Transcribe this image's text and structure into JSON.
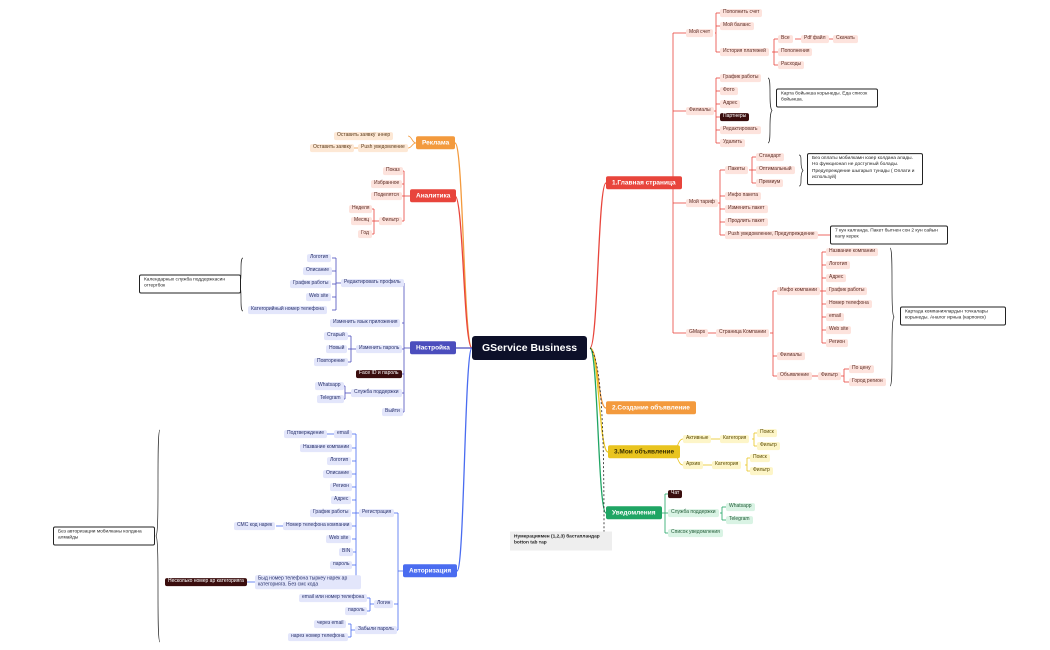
{
  "root": "GService Business",
  "ad": {
    "title": "Реклама",
    "banner": "Баннер",
    "push": "Push уведомление",
    "leave1": "Оставить заявку",
    "leave2": "Оставить заявку"
  },
  "analytics": {
    "title": "Аналитика",
    "show": "Показ",
    "favorite": "Избранное",
    "shared": "Поделятся",
    "filter": "Фильтр",
    "week": "Неделя",
    "month": "Месяц",
    "year": "Год"
  },
  "settings": {
    "title": "Настройка",
    "edit_profile": "Редактировать профиль",
    "logo": "Логотип",
    "description": "Описание",
    "schedule": "График работы",
    "website": "Web site",
    "category_phone": "Категорийный номер телефона",
    "note": "Календарных служба поддержкасин огтергбок",
    "language": "Изменить язык приложения",
    "change_password": "Изменить пароль",
    "old": "Старый",
    "new": "Новый",
    "repeat": "Повторение",
    "faceid": "Face ID и пароль",
    "support": "Служба поддержки",
    "whatsapp": "Whatsapp",
    "telegram": "Telegram",
    "exit": "Выйти"
  },
  "auth": {
    "title": "Авторизация",
    "registration": "Регистрация",
    "email": "email",
    "confirmation": "Подтверждение",
    "company_name": "Название компании",
    "logo": "Логотип",
    "description": "Описание",
    "region": "Регион",
    "address": "Адрес",
    "schedule": "График работы",
    "company_phone": "Номер телефона компании",
    "sms": "СМС код нарек",
    "website": "Web site",
    "bin": "BIN",
    "password": "пароль",
    "one_phone": "Быд номер телефона тыркеу нарек ар категорияга. Без смс кода",
    "several": "Несколько номер ар категорияга",
    "login": "Логин",
    "email_or_phone": "email или номер телефона",
    "login_password": "пароль",
    "forgot": "Забыли пароль",
    "via_email": "через email",
    "via_phone": "нарез номер телефона",
    "note": "Без авторизации мобилканы колдана алмайды"
  },
  "main": {
    "title": "1.Главная страница",
    "account": "Мой счет",
    "topup": "Пополнить счет",
    "balance": "Мой баланс",
    "history": "История платежей",
    "all": "Все",
    "pdf": "Pdf файл",
    "download": "Скачать",
    "topups": "Пополнения",
    "expenses": "Расходы",
    "branches": "Филиалы",
    "branch_schedule": "График работы",
    "photo": "Фото",
    "address": "Адрес",
    "partners": "Партнеры",
    "edit": "Редактировать",
    "delete": "Удалить",
    "branches_note": "Карта бойынша корынеды. Еда список бойынша.",
    "tariff": "Мой тариф",
    "packages": "Пакеты",
    "standard": "Стандарт",
    "optimal": "Оптимальный",
    "premium": "Премиум",
    "tariff_note": "Без оплаты мобилкамн юзер колдана алады. Но функционал не доступный болады. Предупреждение шыгарып тунады ( Оплати и используй)",
    "package_info": "Инфо пакета",
    "change_package": "Изменить пакет",
    "extend_package": "Продлить пакет",
    "push_warning": "Push уведомление, Предупреждение",
    "push_note": "7 кун калганда. Пакет бытнен сон 2 кун сайын калу керек",
    "gmaps": "GMaps",
    "company_page": "Страница Компании",
    "company_info": "Инфо компании",
    "company_name": "Название компании",
    "logo": "Логотип",
    "c_address": "Адрес",
    "c_schedule": "График работы",
    "c_phone": "Номер телефона",
    "c_email": "email",
    "c_web": "Web site",
    "c_region": "Регион",
    "c_branches": "Филиалы",
    "ads": "Объявление",
    "filter": "Фильтр",
    "by_price": "По цену",
    "city_region": "Город регион",
    "company_note": "Картада компаниялардын точкалары корынеды. Аналог ирныа (карпоиск)"
  },
  "create": {
    "title": "2.Создание объявление"
  },
  "my_ads": {
    "title": "3.Мои объявление",
    "active": "Активные",
    "category1": "Категория",
    "search1": "Поиск",
    "filter1": "Фильтр",
    "archive": "Архив",
    "category2": "Категория",
    "search2": "Поиск",
    "filter2": "Фильтр"
  },
  "notify": {
    "title": "Уведомления",
    "chat": "Чат",
    "support": "Служба поддержки",
    "whatsapp": "Whatsapp",
    "telegram": "Telegram",
    "list": "Список уведомления"
  },
  "numbering_note": "Нумерациямен (1,2,3) бастапландар botton tab тар",
  "colors": {
    "main": "#e8453c",
    "create": "#f39a3d",
    "my_ads": "#e9c41f",
    "notify": "#1fa564",
    "auth": "#4a6cf0",
    "settings": "#4b4dbd",
    "analytics": "#e8453c",
    "ad": "#f39a3d"
  }
}
